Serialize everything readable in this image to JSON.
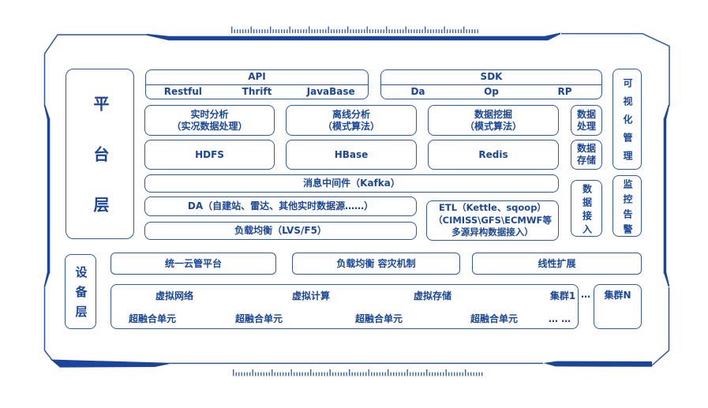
{
  "colors": {
    "primary_text": "#1a4697",
    "box_border": "#3058a4",
    "frame_line": "#2c55a2",
    "frame_thick": "#1a459b"
  },
  "platform": {
    "label": "平台层",
    "api": {
      "title": "API",
      "items": [
        "Restful",
        "Thrift",
        "JavaBase"
      ]
    },
    "sdk": {
      "title": "SDK",
      "items": [
        "Da",
        "Op",
        "RP"
      ]
    },
    "analysis": [
      {
        "line1": "实时分析",
        "line2": "（实况数据处理）"
      },
      {
        "line1": "离线分析",
        "line2": "（模式算法）"
      },
      {
        "line1": "数据挖掘",
        "line2": "（模式算法）"
      }
    ],
    "storage_boxes": [
      "HDFS",
      "HBase",
      "Redis"
    ],
    "middleware": "消息中间件（Kafka）",
    "da": "DA（自建站、雷达、其他实时数据源……）",
    "load_balance": "负载均衡（LVS/F5）",
    "etl": {
      "lines": [
        "ETL（Kettle、sqoop）",
        "（CIMISS\\GFS\\ECMWF等",
        "多源异构数据接入）"
      ]
    },
    "side": {
      "processing": "数据处理",
      "storage": "数据存储",
      "access": "数据接入"
    },
    "right": {
      "visualization": "可视化管理",
      "monitoring": "监控告警"
    }
  },
  "device": {
    "label": "设备层",
    "capability_boxes": [
      "统一云管平台",
      "负载均衡 容灾机制",
      "线性扩展"
    ],
    "cluster1": {
      "name": "集群1",
      "virtual_layers": [
        "虚拟网络",
        "虚拟计算",
        "虚拟存储"
      ],
      "units": [
        "超融合单元",
        "超融合单元",
        "超融合单元",
        "超融合单元"
      ],
      "more_units": "… …"
    },
    "between_ellipsis": "…",
    "clusterN": {
      "name": "集群N"
    }
  }
}
